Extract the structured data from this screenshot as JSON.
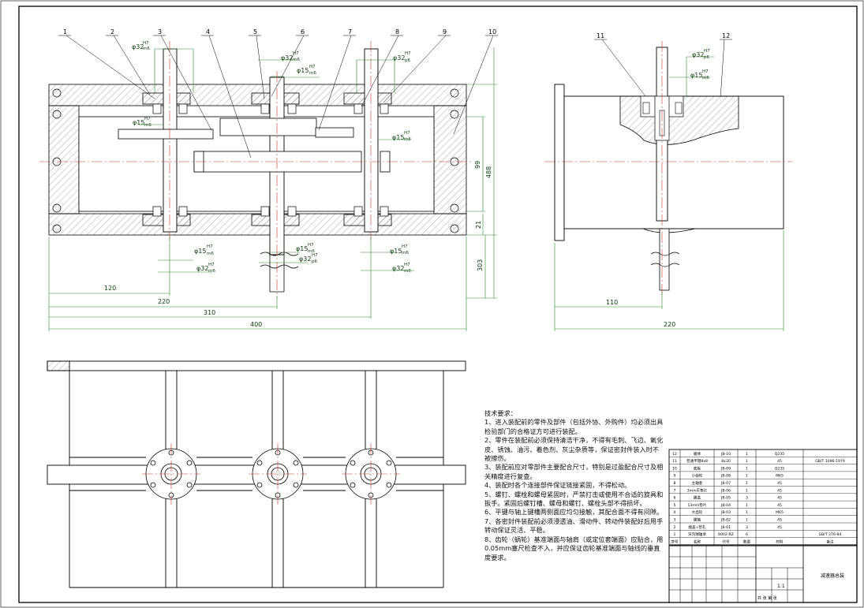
{
  "balloons": [
    "1",
    "2",
    "3",
    "4",
    "5",
    "6",
    "7",
    "8",
    "9",
    "10",
    "11",
    "12"
  ],
  "fits": {
    "f32": "φ32",
    "f15": "φ15",
    "h7": "H7",
    "m6": "m6",
    "p6": "p6"
  },
  "dims": {
    "d120": "120",
    "d220": "220",
    "d310": "310",
    "d400": "400",
    "d99": "99",
    "d488": "488",
    "d21": "21",
    "d303": "303",
    "d110": "110",
    "d220b": "220"
  },
  "notes": [
    "技术要求：",
    "1、进入装配前的零件及部件（包括外协、外购件）均必须出具检验部门的合格证方可进行装配。",
    "2、零件在装配前必须保持清洁干净，不得有毛刺、飞边、氧化皮、锈蚀、油污、着色剂、灰尘杂质等，保证密封件装入时不被擦伤。",
    "3、装配前应对零部件主要配合尺寸，特别是过盈配合尺寸及相关精度进行复查。",
    "4、装配时各个连接部件保证链接紧固，不得松动。",
    "5、螺钉、螺栓和螺母紧固时，严禁打击或使用不合适的旋具和扳手。紧固后螺钉槽、螺母和螺钉、螺栓头部不得损坏。",
    "6、平键与轴上键槽两侧面应均匀接触，其配合面不得有间隙。",
    "7、各密封件装配前必须浸透油、滑动件、转动件装配好后用手转动保证灵活、平稳。",
    "8、齿轮（蜗轮）基准端面与轴肩（或定位套端面）应贴合，用0.05mm塞尺检查不入，并应保证齿轮基准端面与轴线的垂直度要求。"
  ],
  "bom": [
    [
      "12",
      "箱体",
      "JB-10",
      "1",
      "Q235",
      ""
    ],
    [
      "11",
      "普通平键8x8",
      "8x30",
      "1",
      "45",
      "GB/T 1096-1979"
    ],
    [
      "10",
      "底板",
      "JB-09",
      "1",
      "Q235",
      ""
    ],
    [
      "9",
      "小齿轮",
      "JB-08",
      "1",
      "M65",
      ""
    ],
    [
      "8",
      "主轴套",
      "JB-07",
      "1",
      "45",
      ""
    ],
    [
      "7",
      "3mm平垫片",
      "JB-06",
      "1",
      "45",
      ""
    ],
    [
      "6",
      "螺盖",
      "JB-05",
      "3",
      "45",
      ""
    ],
    [
      "5",
      "13mm垫片",
      "JB-04",
      "1",
      "45",
      ""
    ],
    [
      "4",
      "大齿轮",
      "JB-03",
      "1",
      "M65",
      ""
    ],
    [
      "3",
      "螺轴",
      "JB-02",
      "1",
      "45",
      ""
    ],
    [
      "2",
      "端盖+垫孔",
      "JB-01",
      "3",
      "45",
      ""
    ],
    [
      "1",
      "深沟球轴承",
      "6002-RZ",
      "6",
      "",
      "GB/T 276-94"
    ]
  ],
  "bom_header": [
    "序号",
    "名称",
    "代号",
    "数量",
    "材料",
    "备注"
  ],
  "title_block": {
    "drawing_name": "减速器总装",
    "scale": "1:1",
    "sheet_label": "共 张 第 张"
  }
}
